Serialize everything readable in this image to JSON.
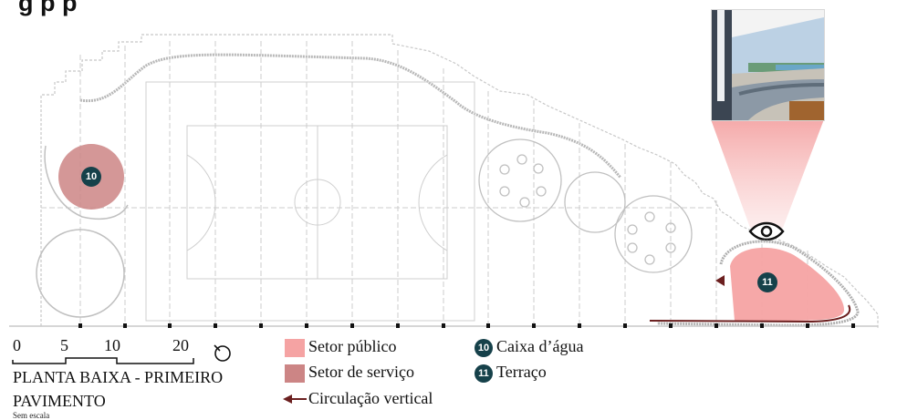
{
  "title": "g                                         p        p",
  "legend": {
    "plan_title": "PLANTA BAIXA - PRIMEIRO PAVIMENTO",
    "scale_note": "Sem escala",
    "scale_numbers": [
      "0",
      "5",
      "10",
      "20"
    ],
    "items": [
      {
        "label": "Setor público",
        "color": "#f5a3a3"
      },
      {
        "label": "Setor de serviço",
        "color": "#cc8585"
      },
      {
        "label": "Circulação vertical",
        "color": "#6b1f1f"
      }
    ],
    "numbered": [
      {
        "number": "10",
        "label": "Caixa d’água"
      },
      {
        "number": "11",
        "label": "Terraço"
      }
    ]
  },
  "plan_labels": {
    "water_tank": "10",
    "terrace": "11"
  },
  "colors": {
    "badge": "#16414a",
    "public": "#f5a3a3",
    "service": "#cc8585",
    "circulation": "#6b1f1f",
    "lines": "#c8c8c8"
  }
}
